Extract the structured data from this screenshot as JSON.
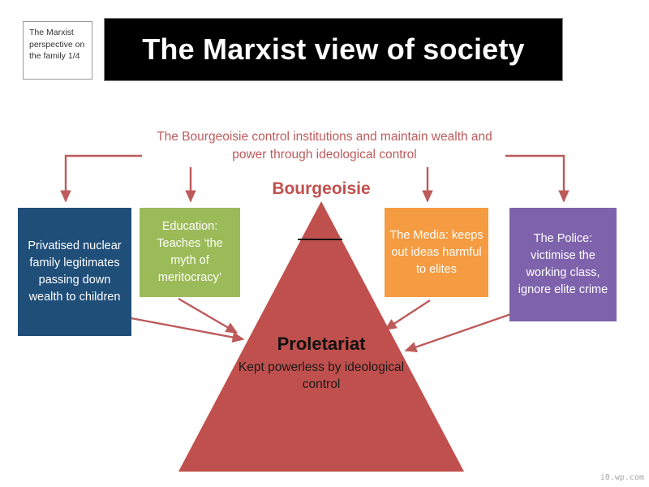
{
  "slide": {
    "corner_note": "The Marxist perspective on the family 1/4",
    "title": "The Marxist view of society",
    "caption": "The Bourgeoisie control institutions and maintain wealth and power through ideological control",
    "watermark": "i0.wp.com"
  },
  "pyramid": {
    "top_label": "Bourgeoisie",
    "bottom_label": "Proletariat",
    "bottom_sub": "Kept powerless by ideological control"
  },
  "institutions": [
    {
      "name": "family",
      "text": "Privatised nuclear family legitimates passing down wealth to children",
      "color": "#1F4E79"
    },
    {
      "name": "education",
      "text": "Education: Teaches ‘the myth of meritocracy’",
      "color": "#9BBB59"
    },
    {
      "name": "media",
      "text": "The Media: keeps out ideas harmful to elites",
      "color": "#F59B42"
    },
    {
      "name": "police",
      "text": "The Police: victimise the working class, ignore elite crime",
      "color": "#7E63AC"
    }
  ],
  "colors": {
    "accent_red": "#C0504D",
    "arrow_red": "#BD5B5B",
    "banner_bg": "#000000",
    "banner_text": "#FFFFFF"
  }
}
